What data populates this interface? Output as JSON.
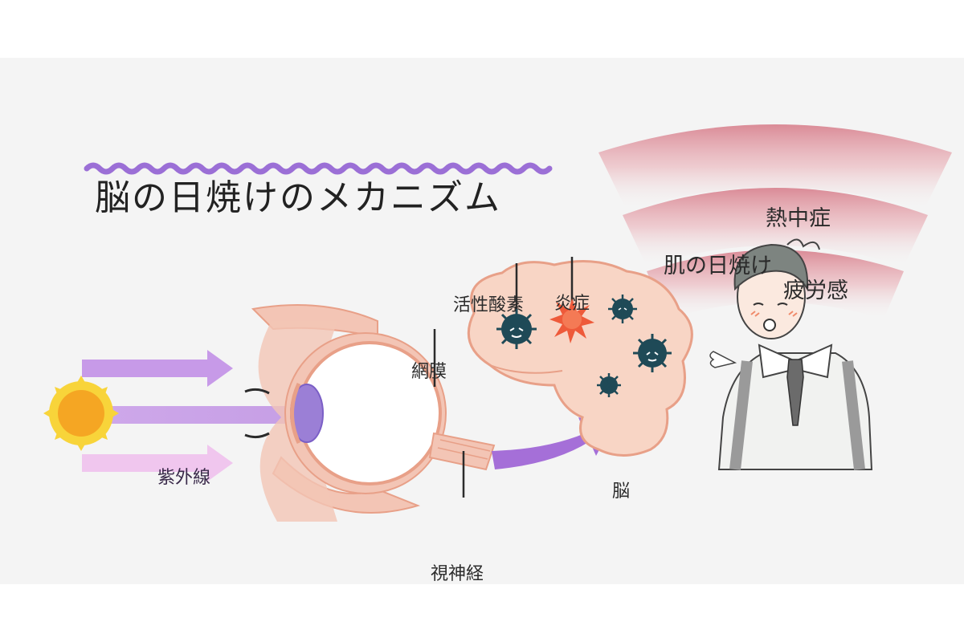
{
  "title": "脳の日焼けのメカニズム",
  "labels": {
    "uv": "紫外線",
    "retina": "網膜",
    "optic_nerve": "視神経",
    "active_oxygen": "活性酸素",
    "inflammation": "炎症",
    "brain": "脳"
  },
  "effects": [
    "熱中症",
    "肌の日焼け",
    "疲労感"
  ],
  "colors": {
    "background": "#f4f4f4",
    "title_wave": "#9b6fd6",
    "uv_arrow": "#c49ae8",
    "brain_fill": "#f8d5c5",
    "brain_stroke": "#e8a088",
    "active_oxygen": "#1f4a57",
    "inflammation": "#ee5a3a",
    "sun": "#f5a623",
    "arc_band": "#d98a94"
  }
}
